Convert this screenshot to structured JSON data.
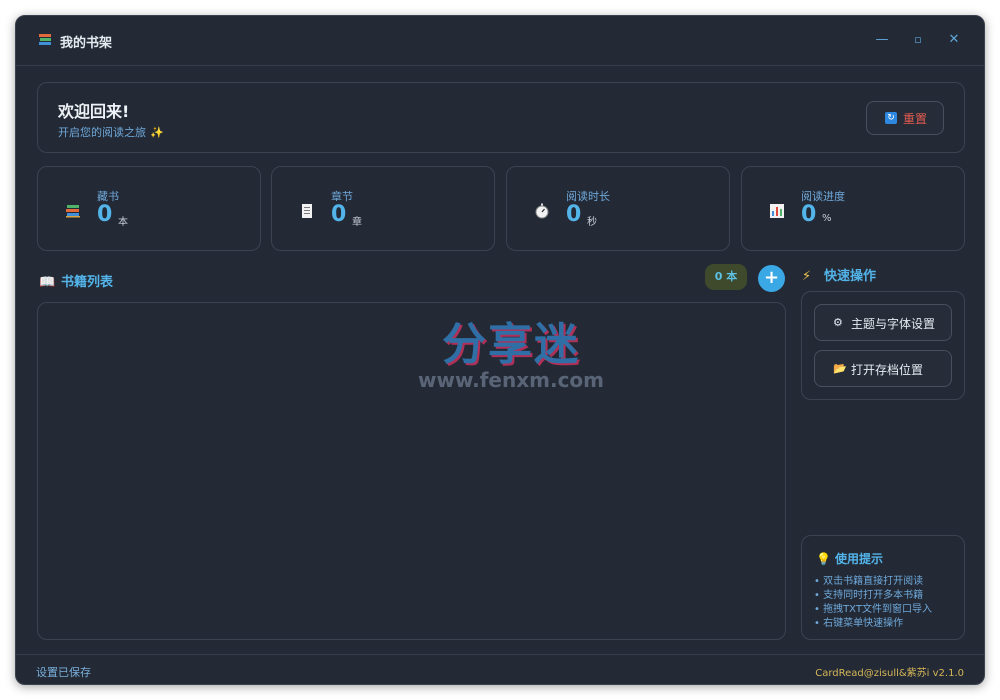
{
  "window": {
    "title": "我的书架",
    "controls": {
      "minimize": "—",
      "maximize": "▫",
      "close": "✕"
    }
  },
  "welcome": {
    "title": "欢迎回来!",
    "subtitle": "开启您的阅读之旅",
    "subtitle_icon": "✨",
    "reset_label": "重置"
  },
  "stats": [
    {
      "label": "藏书",
      "value": "0",
      "unit": "本",
      "icon": "books-icon"
    },
    {
      "label": "章节",
      "value": "0",
      "unit": "章",
      "icon": "page-icon"
    },
    {
      "label": "阅读时长",
      "value": "0",
      "unit": "秒",
      "icon": "stopwatch-icon"
    },
    {
      "label": "阅读进度",
      "value": "0",
      "unit": "%",
      "icon": "bar-chart-icon"
    }
  ],
  "book_list": {
    "title": "书籍列表",
    "title_icon": "📖",
    "count_badge": "0 本",
    "add_button": "+"
  },
  "quick_actions": {
    "title": "快速操作",
    "title_icon": "⚡",
    "buttons": [
      {
        "label": "主题与字体设置",
        "icon": "⚙"
      },
      {
        "label": "打开存档位置",
        "icon": "📂"
      }
    ]
  },
  "tips": {
    "title": "使用提示",
    "title_icon": "💡",
    "items": [
      "• 双击书籍直接打开阅读",
      "• 支持同时打开多本书籍",
      "• 拖拽TXT文件到窗口导入",
      "• 右键菜单快速操作"
    ]
  },
  "footer": {
    "status": "设置已保存",
    "credits": "CardRead@zisull&紫苏i  v2.1.0"
  },
  "watermark": {
    "text": "分享迷",
    "url": "www.fenxm.com"
  }
}
